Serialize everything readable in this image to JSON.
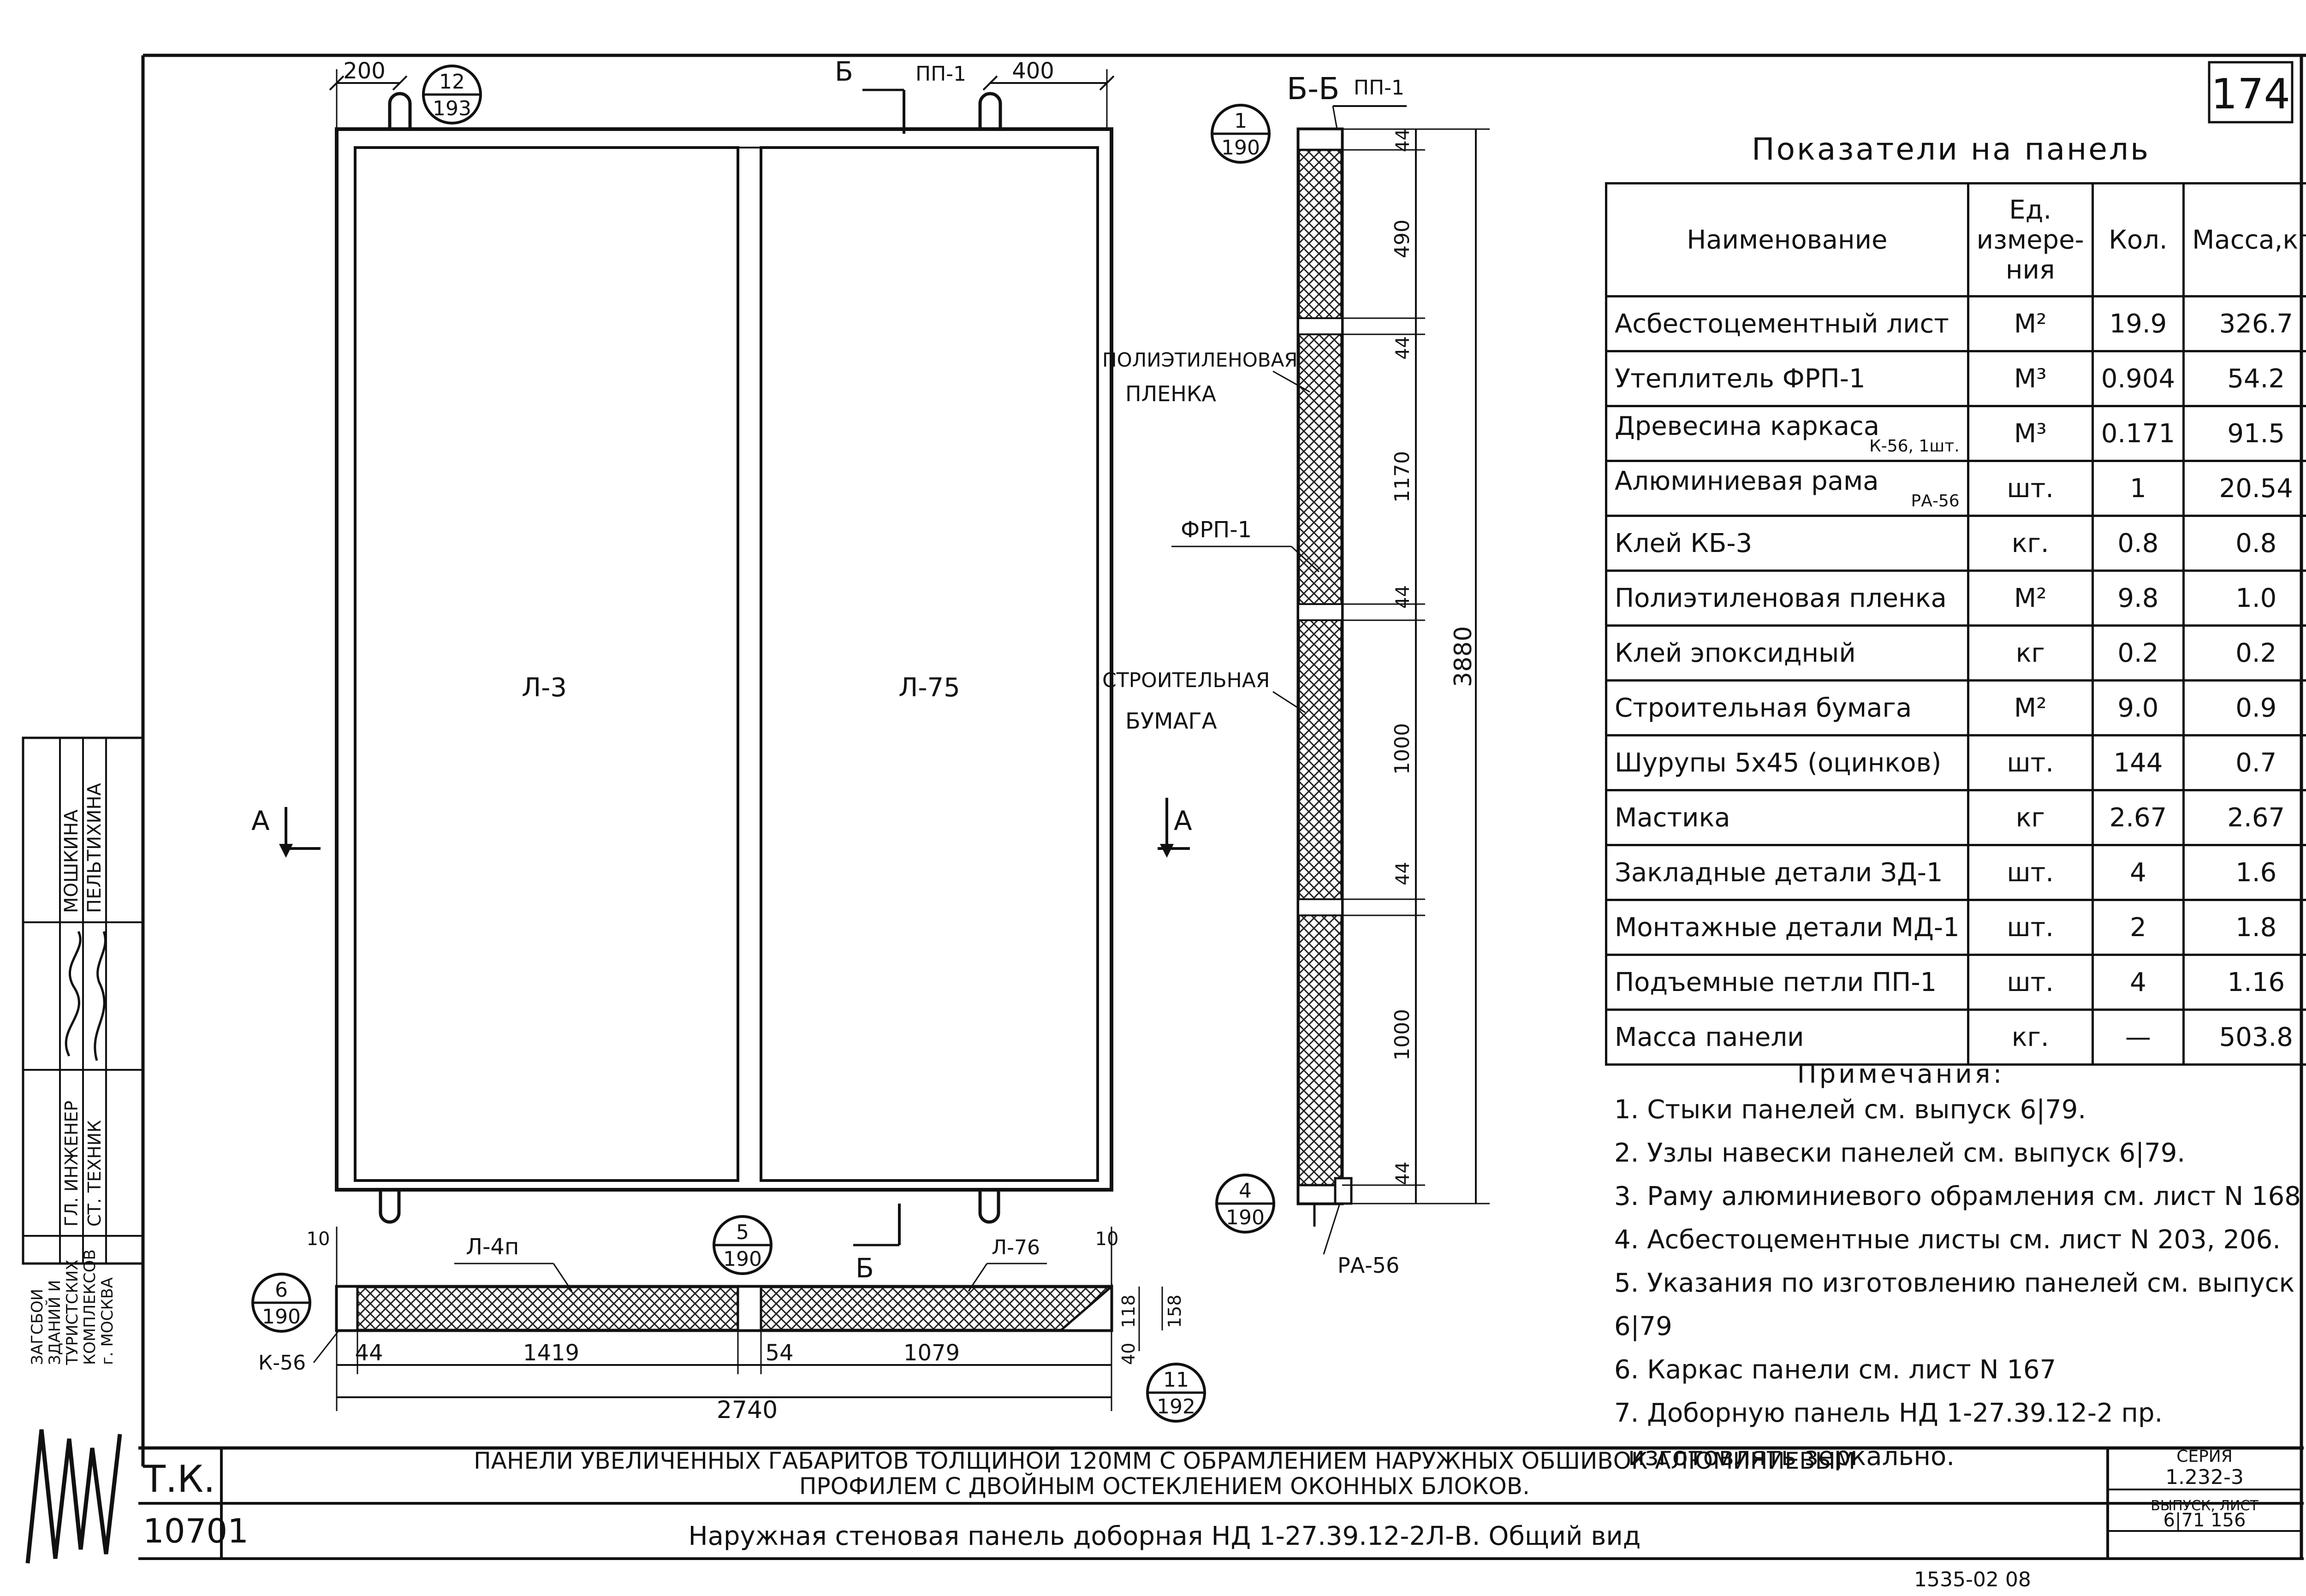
{
  "sheet_number": "174",
  "plan": {
    "dim_top_left": "200",
    "dim_top_right": "400",
    "section_mark_b": "Б",
    "lift_loop_top": "ПП-1",
    "node_top": {
      "num": "12",
      "sheet": "193"
    },
    "pane_left": "Л-3",
    "pane_right": "Л-75",
    "cut_a_left": "А",
    "cut_a_right": "А"
  },
  "section_bb": {
    "title": "Б-Б",
    "loop": "ПП-1",
    "node_top": {
      "num": "1",
      "sheet": "190"
    },
    "node_bottom": {
      "num": "4",
      "sheet": "190"
    },
    "label_film": [
      "ПОЛИЭТИЛЕНОВАЯ",
      "ПЛЕНКА"
    ],
    "label_frp": "ФРП-1",
    "label_paper": [
      "СТРОИТЕЛЬНАЯ",
      "БУМАГА"
    ],
    "label_ra": "РА-56",
    "dims": [
      "44",
      "490",
      "44",
      "1170",
      "44",
      "1000",
      "44",
      "1000",
      "44"
    ],
    "dim_total": "3880"
  },
  "section_aa": {
    "node_left": {
      "num": "6",
      "sheet": "190"
    },
    "node_mid": {
      "num": "5",
      "sheet": "190"
    },
    "node_right": {
      "num": "11",
      "sheet": "192"
    },
    "label_left_sheet": "Л-4п",
    "label_right_sheet": "Л-76",
    "label_k": "К-56",
    "section_mark_b": "Б",
    "dim_10_left": "10",
    "dim_10_right": "10",
    "dims": [
      "44",
      "1419",
      "54",
      "1079"
    ],
    "dim_total": "2740",
    "dim_118": "118",
    "dim_158": "158",
    "dim_40": "40"
  },
  "spec_table": {
    "title": "Показатели на панель",
    "headers": [
      "Наименование",
      "Ед. измере-ния",
      "Кол.",
      "Масса,кг."
    ],
    "rows": [
      {
        "name": "Асбестоцементный лист",
        "sub": "",
        "unit": "М²",
        "qty": "19.9",
        "mass": "326.7"
      },
      {
        "name": "Утеплитель ФРП-1",
        "sub": "",
        "unit": "М³",
        "qty": "0.904",
        "mass": "54.2"
      },
      {
        "name": "Древесина каркаса",
        "sub": "К-56, 1шт.",
        "unit": "М³",
        "qty": "0.171",
        "mass": "91.5"
      },
      {
        "name": "Алюминиевая рама",
        "sub": "РА-56",
        "unit": "шт.",
        "qty": "1",
        "mass": "20.54"
      },
      {
        "name": "Клей КБ-3",
        "sub": "",
        "unit": "кг.",
        "qty": "0.8",
        "mass": "0.8"
      },
      {
        "name": "Полиэтиленовая пленка",
        "sub": "",
        "unit": "М²",
        "qty": "9.8",
        "mass": "1.0"
      },
      {
        "name": "Клей эпоксидный",
        "sub": "",
        "unit": "кг",
        "qty": "0.2",
        "mass": "0.2"
      },
      {
        "name": "Строительная бумага",
        "sub": "",
        "unit": "М²",
        "qty": "9.0",
        "mass": "0.9"
      },
      {
        "name": "Шурупы 5х45 (оцинков)",
        "sub": "",
        "unit": "шт.",
        "qty": "144",
        "mass": "0.7"
      },
      {
        "name": "Мастика",
        "sub": "",
        "unit": "кг",
        "qty": "2.67",
        "mass": "2.67"
      },
      {
        "name": "Закладные детали ЗД-1",
        "sub": "",
        "unit": "шт.",
        "qty": "4",
        "mass": "1.6"
      },
      {
        "name": "Монтажные детали МД-1",
        "sub": "",
        "unit": "шт.",
        "qty": "2",
        "mass": "1.8"
      },
      {
        "name": "Подъемные петли ПП-1",
        "sub": "",
        "unit": "шт.",
        "qty": "4",
        "mass": "1.16"
      },
      {
        "name": "Масса панели",
        "sub": "",
        "unit": "кг.",
        "qty": "—",
        "mass": "503.8"
      }
    ]
  },
  "notes": {
    "heading": "Примечания:",
    "items": [
      "1. Стыки панелей см. выпуск 6|79.",
      "2. Узлы навески панелей см. выпуск 6|79.",
      "3. Раму алюминиевого обрамления см. лист N 168",
      "4. Асбестоцементные листы см. лист N 203, 206.",
      "5. Указания по изготовлению панелей см. выпуск 6|79",
      "6. Каркас панели см. лист N 167",
      "7. Доборную панель НД 1-27.39.12-2 пр.",
      "изготовлять зеркально."
    ]
  },
  "title_block": {
    "tk": "Т.К.",
    "code": "10701",
    "title_line1": "ПАНЕЛИ УВЕЛИЧЕННЫХ ГАБАРИТОВ ТОЛЩИНОЙ 120ММ С ОБРАМЛЕНИЕМ НАРУЖНЫХ ОБШИВОК АЛЮМИНИЕВЫМ",
    "title_line2": "ПРОФИЛЕМ С ДВОЙНЫМ ОСТЕКЛЕНИЕМ ОКОННЫХ БЛОКОВ.",
    "sheet_name": "Наружная стеновая панель доборная НД 1-27.39.12-2Л-В. Общий вид",
    "series_label": "СЕРИЯ",
    "series_value": "1.232-3",
    "issue_label": "ВЫПУСК, ЛИСТ",
    "issue_value": "6|71 156",
    "footer": "1535-02 08"
  },
  "side_stamp": {
    "org": [
      "ЗАГСБОИ",
      "ЗДАНИЙ И",
      "ТУРИСТСКИХ",
      "КОМПЛЕКСОВ",
      "г. МОСКВА"
    ],
    "roles": [
      "ГЛ. ИНЖЕНЕР",
      "СТ. ТЕХНИК"
    ],
    "names": [
      "МОШКИНА",
      "ПЕЛЬТИХИНА"
    ]
  }
}
